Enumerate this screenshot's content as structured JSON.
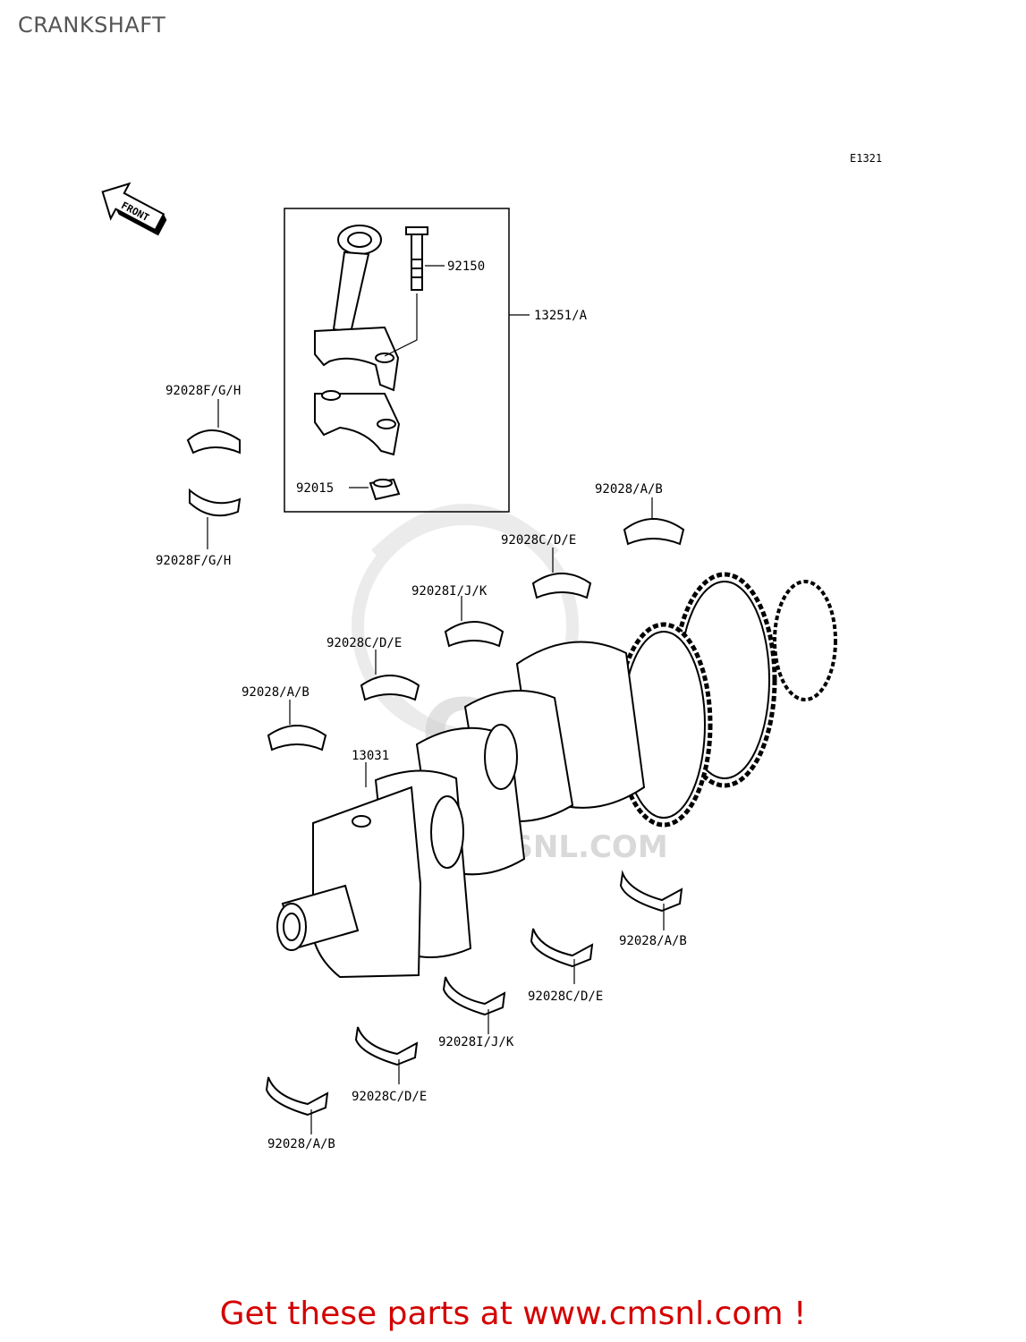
{
  "page": {
    "title": "CRANKSHAFT",
    "diagram_code": "E1321"
  },
  "front_marker": "FRONT",
  "watermark": {
    "brand": "CMS",
    "url": "WWW.CMSNL.COM"
  },
  "labels": {
    "p92150": "92150",
    "p13251": "13251/A",
    "p92028fgh_top": "92028F/G/H",
    "p92028fgh_bottom": "92028F/G/H",
    "p92015": "92015",
    "p92028ab_1": "92028/A/B",
    "p92028cde_1": "92028C/D/E",
    "p92028ijk_1": "92028I/J/K",
    "p92028cde_2": "92028C/D/E",
    "p92028ab_2": "92028/A/B",
    "p13031": "13031",
    "p92028ab_3": "92028/A/B",
    "p92028cde_3": "92028C/D/E",
    "p92028ijk_2": "92028I/J/K",
    "p92028cde_4": "92028C/D/E",
    "p92028ab_4": "92028/A/B"
  },
  "cta": {
    "text": "Get these parts at www.cmsnl.com !"
  }
}
